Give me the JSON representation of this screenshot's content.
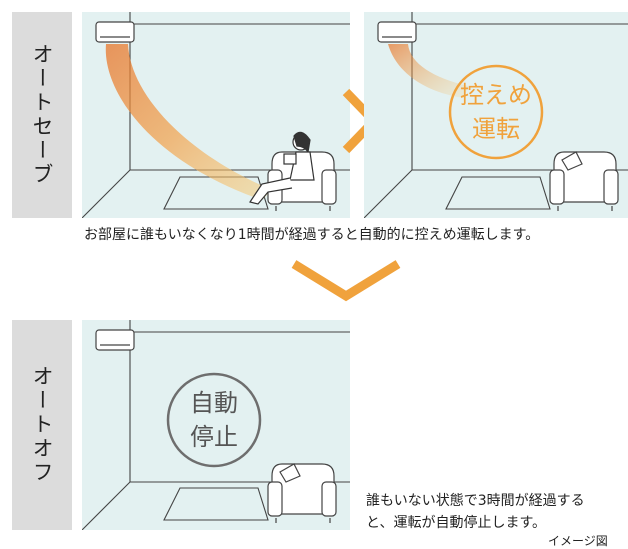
{
  "step1": {
    "label": "オートセーブ",
    "badge_line1": "控えめ",
    "badge_line2": "運転",
    "caption": "お部屋に誰もいなくなり1時間が経過すると自動的に控えめ運転します。"
  },
  "step2": {
    "label": "オートオフ",
    "badge_line1": "自動",
    "badge_line2": "停止",
    "caption_line1": "誰もいない状態で3時間が経過する",
    "caption_line2": "と、運転が自動停止します。"
  },
  "note": "イメージ図",
  "colors": {
    "wall": "#e3f1f1",
    "line": "#444444",
    "accent": "#f0a23c",
    "airflow": "#f2a14a",
    "label_bg": "#dcdcdc",
    "stop_circle": "#6e6e6e"
  },
  "icons": [
    "air-conditioner-icon",
    "sofa-icon",
    "person-reading-icon",
    "chevron-right-icon",
    "chevron-down-icon"
  ]
}
